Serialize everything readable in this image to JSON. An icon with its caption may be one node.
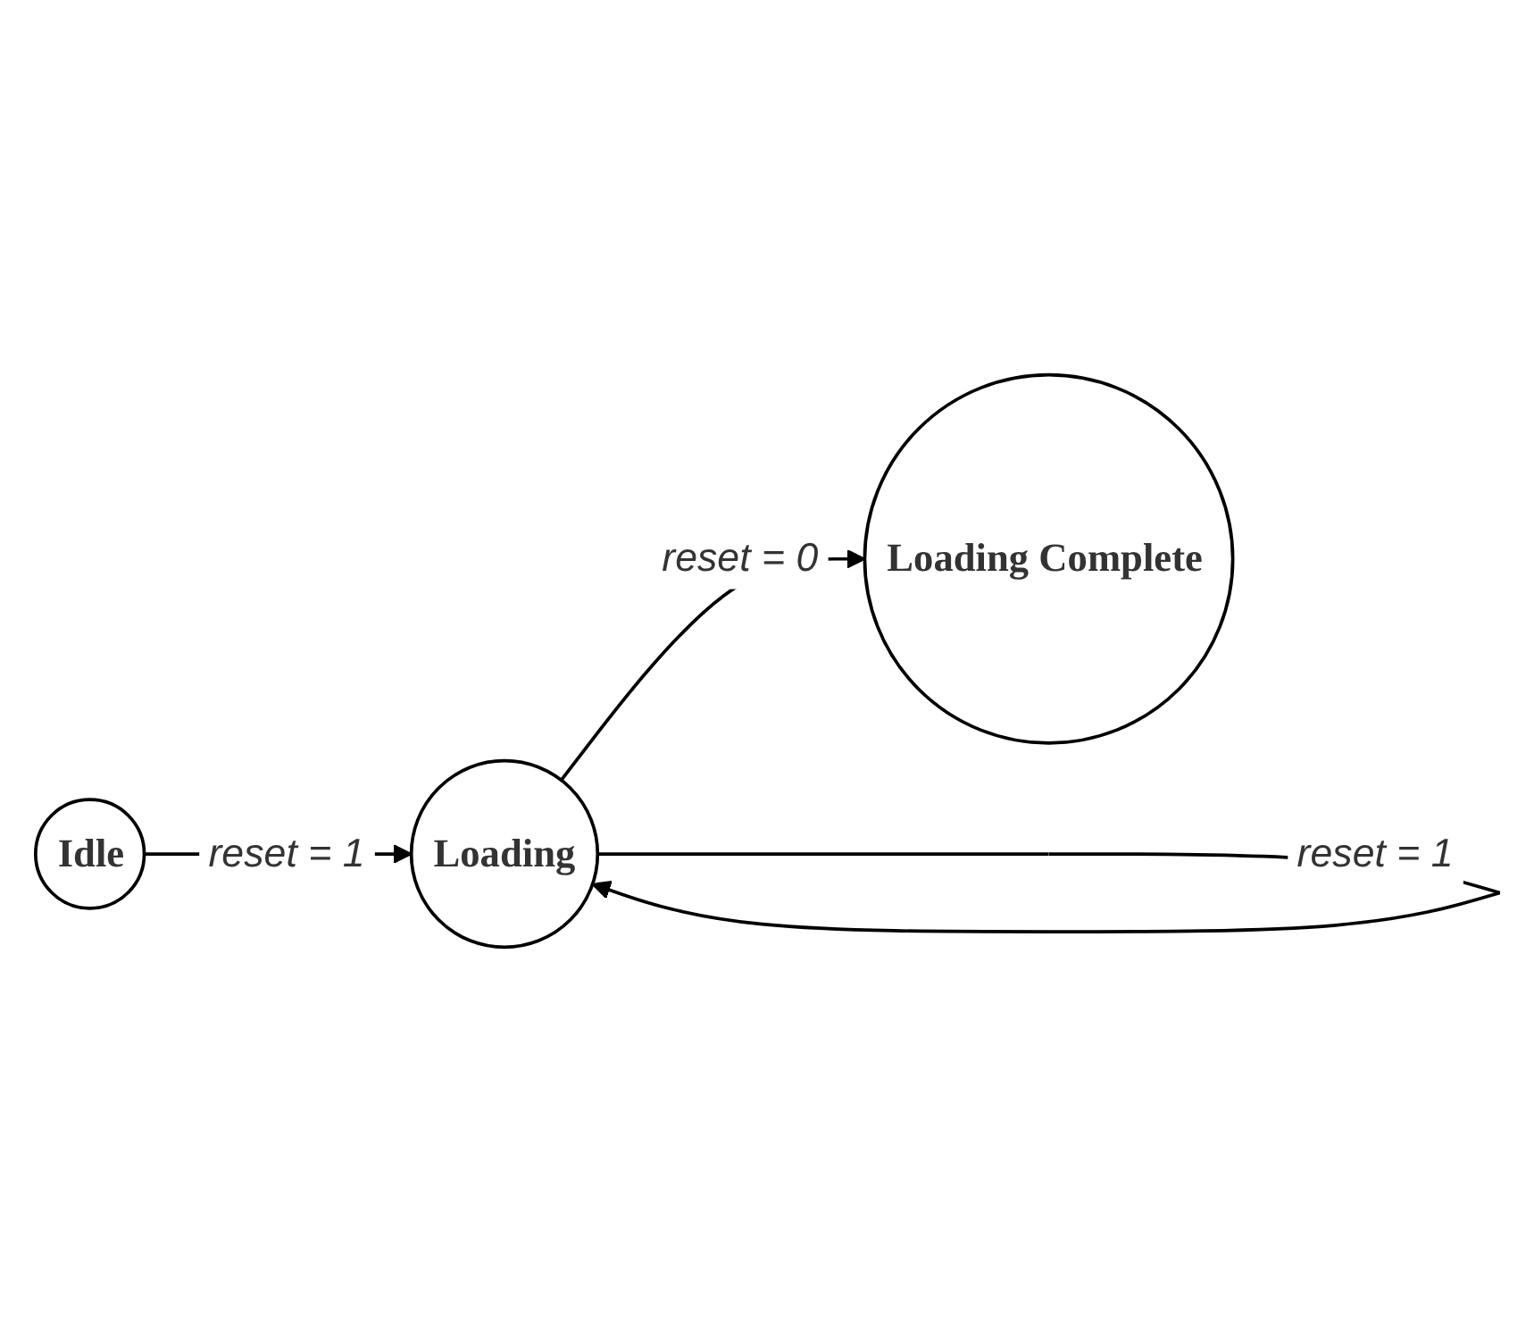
{
  "diagram": {
    "nodes": [
      {
        "text": [
          "Loading"
        ]
      },
      {
        "text": [
          "Loading Complete"
        ]
      },
      {
        "text": [
          "Idle"
        ]
      }
    ],
    "edges": [
      {
        "from": 0,
        "to": 0,
        "arrow": "to",
        "label": "reset = 1"
      },
      {
        "from": 0,
        "to": 1,
        "arrow": "to",
        "label": "reset = 0"
      },
      {
        "from": 2,
        "to": 0,
        "arrow": "to",
        "label": "reset = 1"
      }
    ]
  }
}
